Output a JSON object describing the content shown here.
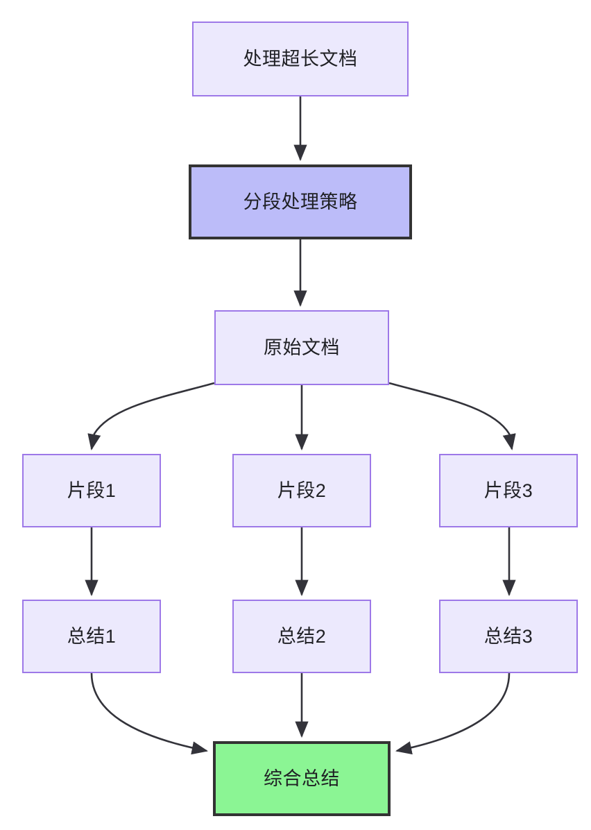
{
  "diagram": {
    "type": "flowchart",
    "direction": "top-down",
    "background_color": "#ffffff",
    "palette": {
      "node_fill": "#ece9fd",
      "node_border": "#9d78e8",
      "highlight_fill": "#bcbcf9",
      "highlight_border": "#333333",
      "result_fill": "#8bf594",
      "result_border": "#333333",
      "edge_color": "#33333a",
      "text_color": "#1f2024"
    },
    "nodes": [
      {
        "id": "doc-task",
        "label": "处理超长文档",
        "style": "plain"
      },
      {
        "id": "strategy",
        "label": "分段处理策略",
        "style": "highlight"
      },
      {
        "id": "source",
        "label": "原始文档",
        "style": "plain"
      },
      {
        "id": "chunk-1",
        "label": "片段1",
        "style": "plain"
      },
      {
        "id": "chunk-2",
        "label": "片段2",
        "style": "plain"
      },
      {
        "id": "chunk-3",
        "label": "片段3",
        "style": "plain"
      },
      {
        "id": "summary-1",
        "label": "总结1",
        "style": "plain"
      },
      {
        "id": "summary-2",
        "label": "总结2",
        "style": "plain"
      },
      {
        "id": "summary-3",
        "label": "总结3",
        "style": "plain"
      },
      {
        "id": "final",
        "label": "综合总结",
        "style": "result"
      }
    ],
    "edges": [
      {
        "from": "doc-task",
        "to": "strategy",
        "shape": "straight"
      },
      {
        "from": "strategy",
        "to": "source",
        "shape": "straight"
      },
      {
        "from": "source",
        "to": "chunk-1",
        "shape": "curved"
      },
      {
        "from": "source",
        "to": "chunk-2",
        "shape": "straight"
      },
      {
        "from": "source",
        "to": "chunk-3",
        "shape": "curved"
      },
      {
        "from": "chunk-1",
        "to": "summary-1",
        "shape": "straight"
      },
      {
        "from": "chunk-2",
        "to": "summary-2",
        "shape": "straight"
      },
      {
        "from": "chunk-3",
        "to": "summary-3",
        "shape": "straight"
      },
      {
        "from": "summary-1",
        "to": "final",
        "shape": "curved"
      },
      {
        "from": "summary-2",
        "to": "final",
        "shape": "straight"
      },
      {
        "from": "summary-3",
        "to": "final",
        "shape": "curved"
      }
    ]
  }
}
